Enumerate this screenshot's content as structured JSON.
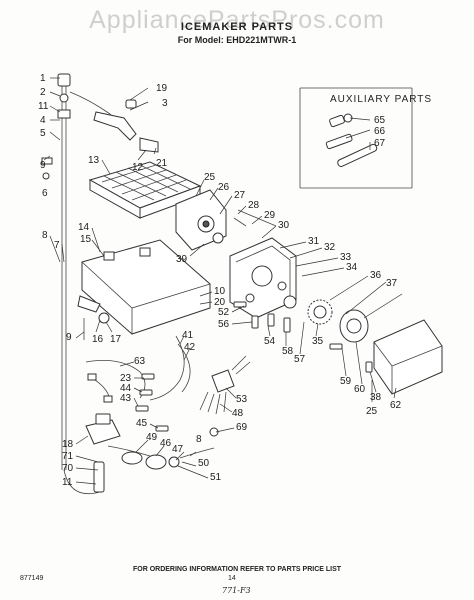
{
  "header": {
    "watermark": "AppliancePartsPros.com",
    "title": "ICEMAKER PARTS",
    "model_line": "For Model: EHD221MTWR-1"
  },
  "auxiliary": {
    "title": "AUXILIARY PARTS"
  },
  "callouts": [
    "1",
    "2",
    "11",
    "4",
    "5",
    "6",
    "9",
    "3",
    "19",
    "12",
    "21",
    "13",
    "25",
    "26",
    "27",
    "28",
    "29",
    "30",
    "39",
    "31",
    "32",
    "33",
    "34",
    "36",
    "37",
    "14",
    "15",
    "8",
    "7",
    "10",
    "20",
    "52",
    "56",
    "54",
    "58",
    "57",
    "35",
    "59",
    "60",
    "38",
    "62",
    "25",
    "16",
    "17",
    "41",
    "42",
    "53",
    "48",
    "63",
    "23",
    "44",
    "43",
    "45",
    "69",
    "49",
    "46",
    "47",
    "50",
    "51",
    "18",
    "71",
    "70",
    "8",
    "11",
    "65",
    "66",
    "67",
    "9"
  ],
  "footer": {
    "note": "FOR ORDERING INFORMATION REFER TO PARTS PRICE LIST",
    "doc_number": "877149",
    "page_number": "14",
    "handwritten": "771-F3"
  }
}
